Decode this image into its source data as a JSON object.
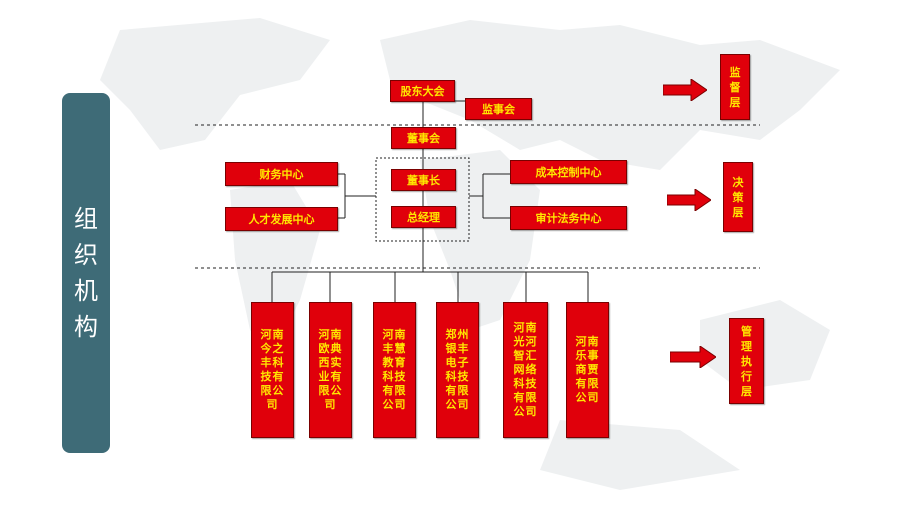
{
  "side_title": "组织机构",
  "top": {
    "shareholders": "股东大会",
    "supervisors": "监事会",
    "board": "董事会",
    "chairman": "董事长",
    "gm": "总经理",
    "finance": "财务中心",
    "hr": "人才发展中心",
    "cost": "成本控制中心",
    "audit": "审计法务中心"
  },
  "companies": [
    "河南今之丰科技有限公司",
    "河南欧典西实业有限公司",
    "河南丰慧教育科技有限公司",
    "郑州银丰电子科技有限公司",
    "河南光河智汇网络科技有限公司",
    "河南乐事商贾有限公司"
  ],
  "layers": {
    "supervision": "监督层",
    "decision": "决策层",
    "execution": "管理执行层"
  },
  "colors": {
    "box_fill": "#e0000b",
    "box_text": "#ffe600",
    "panel": "#3e6b77"
  }
}
